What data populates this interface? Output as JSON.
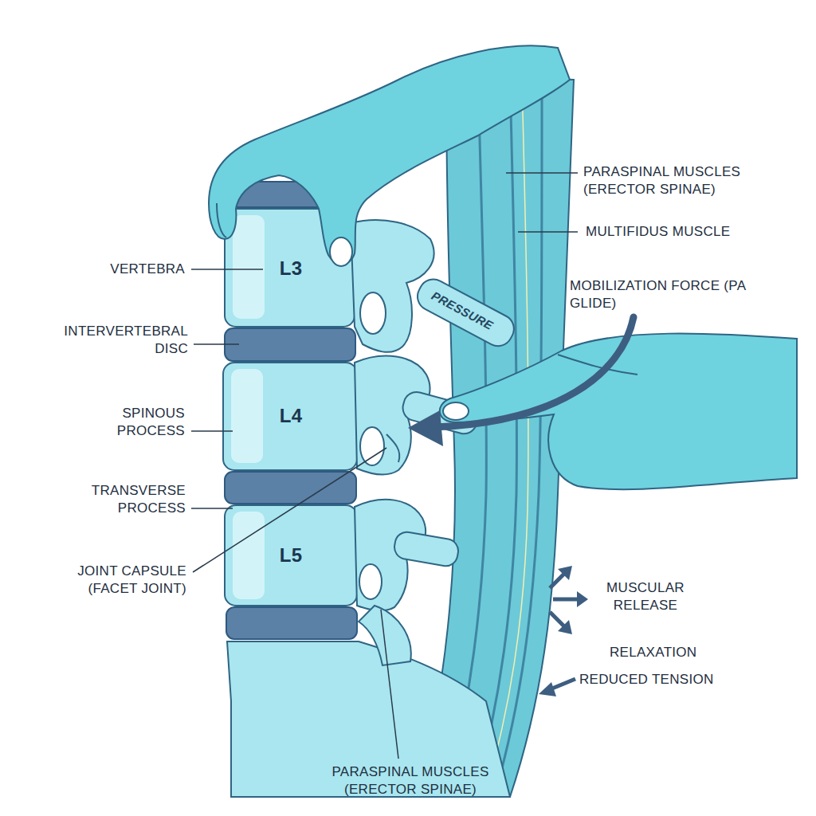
{
  "diagram": {
    "labels": [
      "VERTEBRA",
      "INTERVERTEBRAL DISC",
      "SPINOUS PROCESS",
      "TRANSVERSE PROCESS",
      "JOINT CAPSULE (FACET JOINT)",
      "PARASPINAL MUSCLES (ERECTOR SPINAE)",
      "PARASPINAL MUSCLES (ERECTOR SPINAE)",
      "MULTIFIDUS MUSCLE",
      "MOBILIZATION FORCE (PA GLIDE)",
      "MUSCULAR RELEASE",
      "RELAXATION",
      "REDUCED TENSION",
      "L3",
      "L4",
      "L5",
      "PRESSURE"
    ]
  }
}
